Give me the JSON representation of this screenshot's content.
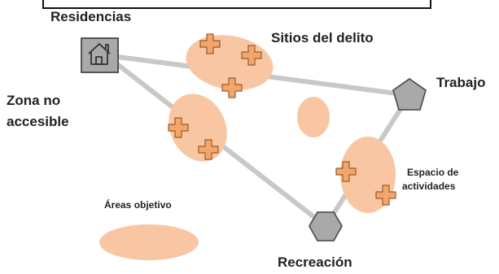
{
  "diagram": {
    "labels": {
      "residencias": "Residencias",
      "sitios_delito": "Sitios del delito",
      "trabajo": "Trabajo",
      "zona_no_accesible_line1": "Zona no",
      "zona_no_accesible_line2": "accesible",
      "espacio_actividades_line1": "Espacio de",
      "espacio_actividades_line2": "actividades",
      "areas_objetivo": "Áreas objetivo",
      "recreacion": "Recreación"
    },
    "nodes": [
      {
        "id": "residencias",
        "shape": "square",
        "icon": "house-icon"
      },
      {
        "id": "trabajo",
        "shape": "pentagon"
      },
      {
        "id": "recreacion",
        "shape": "hexagon"
      }
    ],
    "edges": [
      {
        "from": "residencias",
        "to": "trabajo"
      },
      {
        "from": "residencias",
        "to": "recreacion"
      },
      {
        "from": "trabajo",
        "to": "recreacion"
      }
    ],
    "colors": {
      "target_area": "#f8c6a2",
      "crime_marker": "#f3a66b",
      "marker_outline": "#9a5a2a",
      "path_line": "#c8c8c8",
      "node_fill": "#a9a9a9",
      "node_stroke": "#555555"
    }
  }
}
